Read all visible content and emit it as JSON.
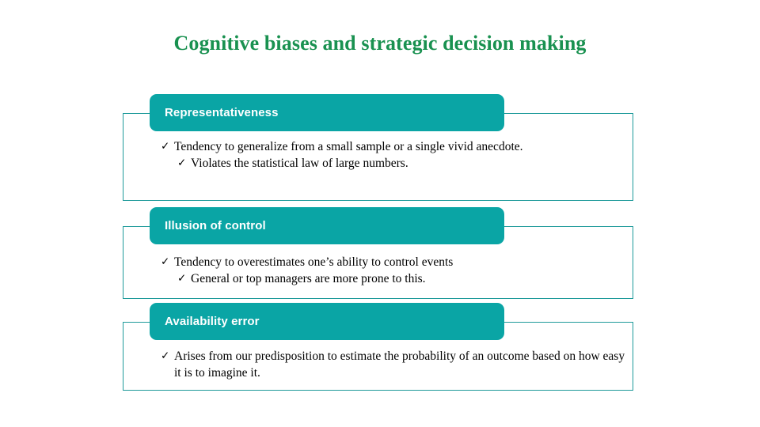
{
  "slide": {
    "title": "Cognitive biases and strategic decision making",
    "title_color": "#199150",
    "background_color": "#ffffff",
    "accent_color": "#0aa5a5",
    "outline_color": "#1e9a9a",
    "bullet_glyph": "✓"
  },
  "blocks": [
    {
      "header": "Representativeness",
      "bullets": [
        {
          "level": 1,
          "mark": "✓",
          "text": "Tendency to generalize from a small sample or a single vivid anecdote."
        },
        {
          "level": 2,
          "mark": "✓",
          "text": "Violates the statistical law of large numbers."
        }
      ]
    },
    {
      "header": "Illusion of control",
      "bullets": [
        {
          "level": 1,
          "mark": "✓",
          "text": "Tendency to overestimates one’s ability to control events"
        },
        {
          "level": 2,
          "mark": "✓",
          "text": "General or top managers are more prone to this."
        }
      ]
    },
    {
      "header": "Availability error",
      "bullets": [
        {
          "level": 1,
          "mark": "✓",
          "text": "Arises from our predisposition to estimate the probability of an outcome based on how easy it is to imagine it."
        }
      ]
    }
  ]
}
